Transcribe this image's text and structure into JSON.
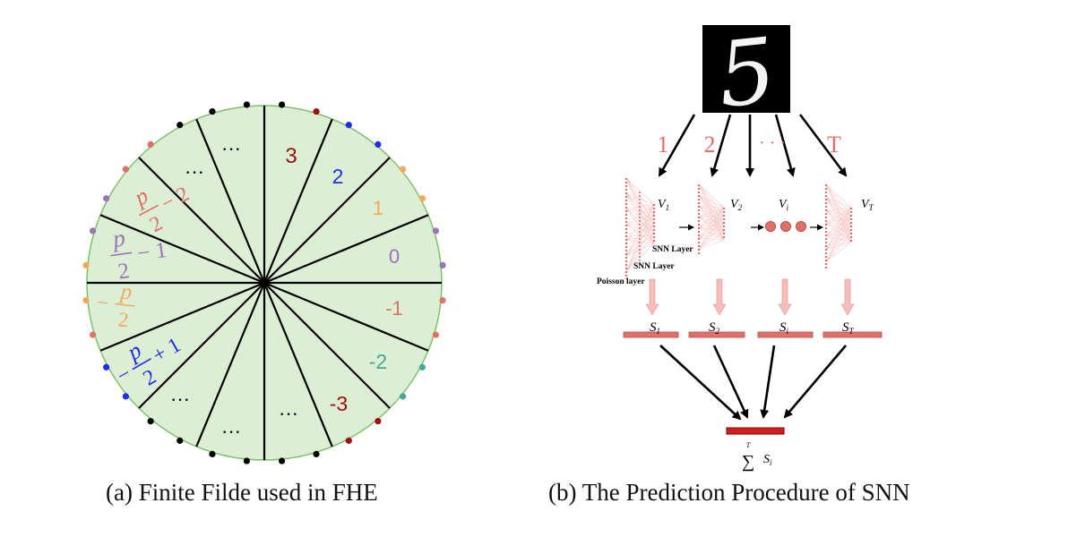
{
  "captions": {
    "a": "(a) Finite Filde used in FHE",
    "b": "(b) The Prediction Procedure of SNN"
  },
  "wheel": {
    "colors": {
      "fill": "#dcefd4",
      "rim": "#7fc06a",
      "spoke": "#000000",
      "red": "#e0706a",
      "darkred": "#9b0f0f",
      "blue": "#1f2fe8",
      "orange": "#f3a85c",
      "purple": "#9b73b8",
      "teal": "#4aa59a",
      "black": "#000000"
    },
    "labels": [
      {
        "id": "wheel-label-3",
        "text": "3",
        "color": "darkred"
      },
      {
        "id": "wheel-label-2",
        "text": "2",
        "color": "blue"
      },
      {
        "id": "wheel-label-1",
        "text": "1",
        "color": "orange"
      },
      {
        "id": "wheel-label-0",
        "text": "0",
        "color": "purple"
      },
      {
        "id": "wheel-label-minus-1",
        "text": "-1",
        "color": "red"
      },
      {
        "id": "wheel-label-minus-2",
        "text": "-2",
        "color": "teal"
      },
      {
        "id": "wheel-label-minus-3",
        "text": "-3",
        "color": "darkred"
      },
      {
        "id": "wheel-label-ellipsis-top-left",
        "text": "···",
        "color": "black"
      },
      {
        "id": "wheel-label-ellipsis-top",
        "text": "···",
        "color": "black"
      },
      {
        "id": "wheel-label-ellipsis-bottom-left",
        "text": "···",
        "color": "black"
      },
      {
        "id": "wheel-label-ellipsis-bottom",
        "text": "···",
        "color": "black"
      },
      {
        "id": "wheel-label-ellipsis-bottom-right",
        "text": "···",
        "color": "black"
      }
    ],
    "fractions": [
      {
        "id": "wheel-label-p-half-minus-2",
        "sign": "",
        "num": "p",
        "den": "2",
        "suffix": "− 2",
        "color": "red"
      },
      {
        "id": "wheel-label-p-half-minus-1",
        "sign": "",
        "num": "p",
        "den": "2",
        "suffix": "− 1",
        "color": "purple"
      },
      {
        "id": "wheel-label-neg-p-half",
        "sign": "−",
        "num": "p",
        "den": "2",
        "suffix": "",
        "color": "orange"
      },
      {
        "id": "wheel-label-neg-p-half-plus-1",
        "sign": "−",
        "num": "p",
        "den": "2",
        "suffix": "+ 1",
        "color": "blue"
      }
    ],
    "dot_colors": [
      "black",
      "black",
      "darkred",
      "blue",
      "blue",
      "orange",
      "orange",
      "purple",
      "purple",
      "red",
      "red",
      "teal",
      "teal",
      "darkred",
      "darkred",
      "black",
      "black",
      "black",
      "black",
      "black",
      "black",
      "blue",
      "blue",
      "red",
      "orange",
      "orange",
      "purple",
      "purple",
      "red",
      "red",
      "black",
      "black"
    ]
  },
  "snn": {
    "colors": {
      "red": "#e0706a",
      "pink": "#f5b8b4",
      "dark_red": "#d11f1f",
      "arrow": "#000000",
      "digit_bg": "#000000",
      "digit_fg": "#f4f4f4"
    },
    "digit": "5",
    "time_labels": [
      "1",
      "2",
      "· · ·",
      "T"
    ],
    "volt_labels": [
      "V1",
      "V2",
      "Vi",
      "VT"
    ],
    "volt_subs": [
      "1",
      "2",
      "i",
      "T"
    ],
    "layer_labels": {
      "snn_layer_1": "SNN Layer",
      "snn_layer_2": "SNN Layer",
      "poisson_layer": "Poisson layer"
    },
    "sums": [
      "S1",
      "S2",
      "Si",
      "ST"
    ],
    "sum_subs": [
      "1",
      "2",
      "i",
      "T"
    ],
    "total": {
      "top": "T",
      "sigma": "∑",
      "term": "S",
      "sub": "i"
    }
  }
}
